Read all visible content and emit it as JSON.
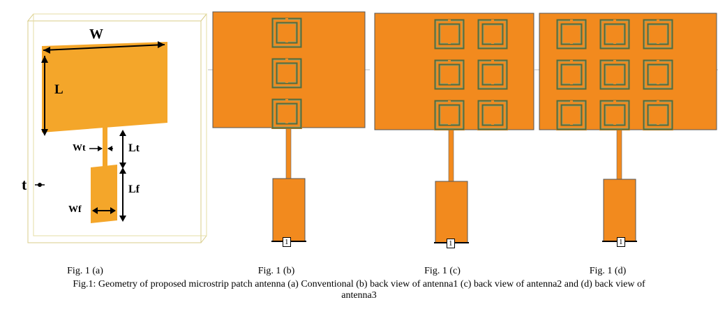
{
  "figure": {
    "panels": [
      {
        "id": "a",
        "subcaption": "Fig. 1 (a)",
        "view": "Conventional",
        "dimension_labels": {
          "width": "W",
          "length": "L",
          "feed_line_width": "Wt",
          "feed_line_length": "Lt",
          "feed_width": "Wf",
          "feed_length": "Lf",
          "thickness": "t"
        }
      },
      {
        "id": "b",
        "subcaption": "Fig. 1 (b)",
        "view": "back view of antenna1",
        "srr_columns": 1,
        "srr_rows": 3,
        "port_label": "1"
      },
      {
        "id": "c",
        "subcaption": "Fig. 1 (c)",
        "view": "back view of antenna2",
        "srr_columns": 2,
        "srr_rows": 3,
        "port_label": "1"
      },
      {
        "id": "d",
        "subcaption": "Fig. 1 (d)",
        "view": "back view of antenna3",
        "srr_columns": 3,
        "srr_rows": 3,
        "port_label": "1"
      }
    ],
    "caption_line1": "Fig.1: Geometry of proposed microstrip patch antenna (a) Conventional (b) back view of antenna1 (c) back view of antenna2 and (d) back view of",
    "caption_line2": "antenna3",
    "colors": {
      "patch": "#f28a1e",
      "patch_3d": "#f4a62a",
      "srr_ring": "#556b3c",
      "srr_gap": "#9aa06a",
      "substrate_outline": "#d8cc88"
    }
  }
}
